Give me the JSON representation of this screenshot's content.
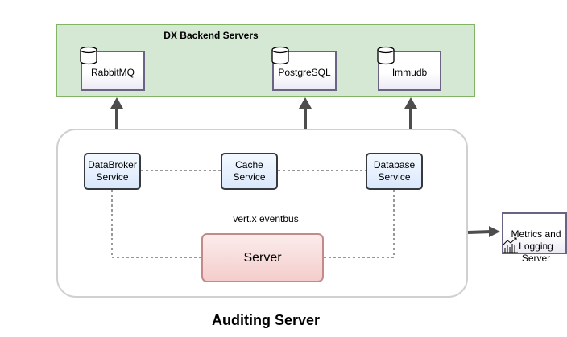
{
  "backend": {
    "title": "DX Backend Servers",
    "servers": [
      {
        "label": "RabbitMQ",
        "icon": "database-icon"
      },
      {
        "label": "PostgreSQL",
        "icon": "database-icon"
      },
      {
        "label": "Immudb",
        "icon": "database-icon"
      }
    ]
  },
  "auditing": {
    "title": "Auditing Server",
    "services": [
      {
        "label": "DataBroker\nService"
      },
      {
        "label": "Cache\nService"
      },
      {
        "label": "Database\nService"
      }
    ],
    "eventbus_label": "vert.x eventbus",
    "server_label": "Server"
  },
  "metrics": {
    "label": "Metrics and\nLogging\nServer",
    "icon": "chart-icon"
  },
  "colors": {
    "backend_fill": "#d5e8d4",
    "backend_border": "#82b366",
    "service_fill": "#dae8fc",
    "server_fill": "#f8cecc",
    "server_border": "#b85450",
    "arrow": "#4d4d4d",
    "db_border": "#6a6383"
  }
}
